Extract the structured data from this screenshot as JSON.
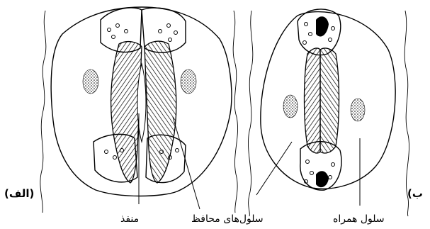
{
  "labels": {
    "panel_a": "(الف)",
    "panel_b": "(ب",
    "pore": "منفذ",
    "guard_cells": "سلول‌های محافظ",
    "companion_cell": "سلول همراه"
  }
}
